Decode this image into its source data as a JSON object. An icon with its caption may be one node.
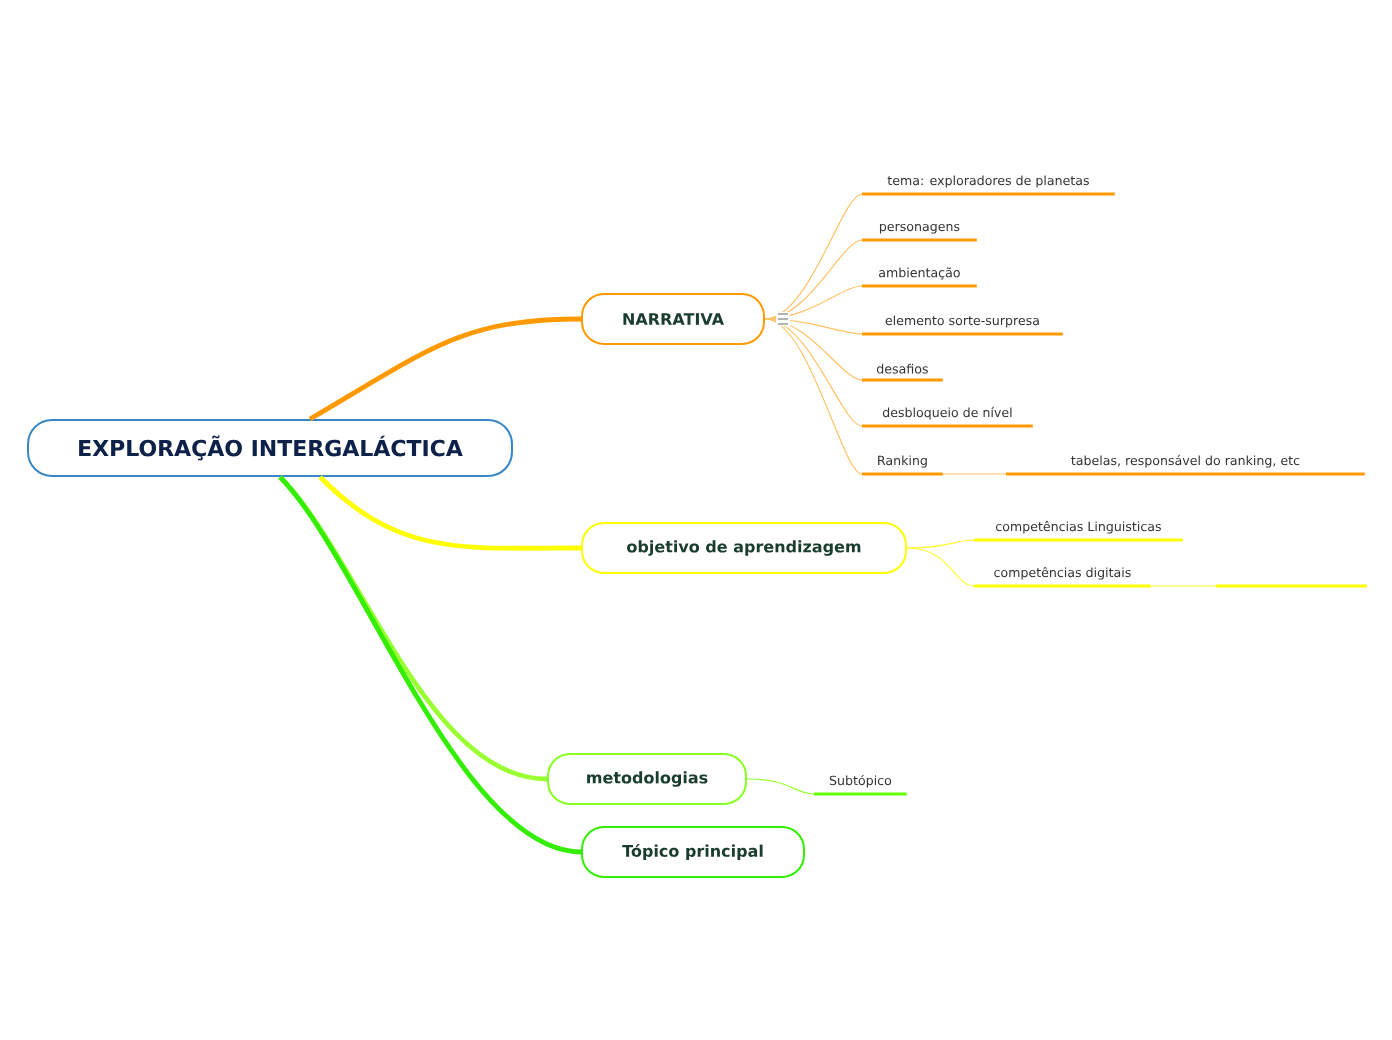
{
  "diagram": {
    "nodes": [
      {
        "text": [
          "EXPLORAÇÃO INTERGALÁCTICA"
        ]
      },
      {
        "text": [
          "NARRATIVA"
        ]
      },
      {
        "text": [
          "tema: exploradores de planetas"
        ]
      },
      {
        "text": [
          "personagens"
        ]
      },
      {
        "text": [
          "ambientação"
        ]
      },
      {
        "text": [
          "elemento sorte-surpresa"
        ]
      },
      {
        "text": [
          "desafios"
        ]
      },
      {
        "text": [
          "desbloqueio de nível"
        ]
      },
      {
        "text": [
          "Ranking"
        ]
      },
      {
        "text": [
          "tabelas, responsável do ranking, etc"
        ]
      },
      {
        "text": [
          "objetivo de aprendizagem"
        ]
      },
      {
        "text": [
          "competências Linguisticas"
        ]
      },
      {
        "text": [
          "competências digitais"
        ]
      },
      {
        "text": [],
        "shape": "bar"
      },
      {
        "text": [
          "metodologias"
        ]
      },
      {
        "text": [
          "Subtópico"
        ]
      },
      {
        "text": [
          "Tópico principal"
        ]
      }
    ],
    "edges": [
      {
        "from": 0,
        "to": 1,
        "arrow": "none",
        "style": "thick",
        "color": "#ff9900"
      },
      {
        "from": 1,
        "to": 2,
        "arrow": "none"
      },
      {
        "from": 1,
        "to": 3,
        "arrow": "none"
      },
      {
        "from": 1,
        "to": 4,
        "arrow": "none"
      },
      {
        "from": 1,
        "to": 5,
        "arrow": "none"
      },
      {
        "from": 1,
        "to": 6,
        "arrow": "none"
      },
      {
        "from": 1,
        "to": 7,
        "arrow": "none"
      },
      {
        "from": 1,
        "to": 8,
        "arrow": "none"
      },
      {
        "from": 8,
        "to": 9,
        "arrow": "none"
      },
      {
        "from": 0,
        "to": 10,
        "arrow": "none",
        "style": "thick",
        "color": "#ffff00"
      },
      {
        "from": 10,
        "to": 11,
        "arrow": "none",
        "color": "#ffff33"
      },
      {
        "from": 10,
        "to": 12,
        "arrow": "none",
        "color": "#ffff33"
      },
      {
        "from": 12,
        "to": 13,
        "arrow": "none",
        "color": "#ffff33"
      },
      {
        "from": 0,
        "to": 14,
        "arrow": "none",
        "style": "thick",
        "color": "#99ff33"
      },
      {
        "from": 14,
        "to": 15,
        "arrow": "none",
        "color": "#99ff33"
      },
      {
        "from": 0,
        "to": 16,
        "arrow": "none",
        "style": "thick",
        "color": "#33ee00"
      }
    ]
  }
}
